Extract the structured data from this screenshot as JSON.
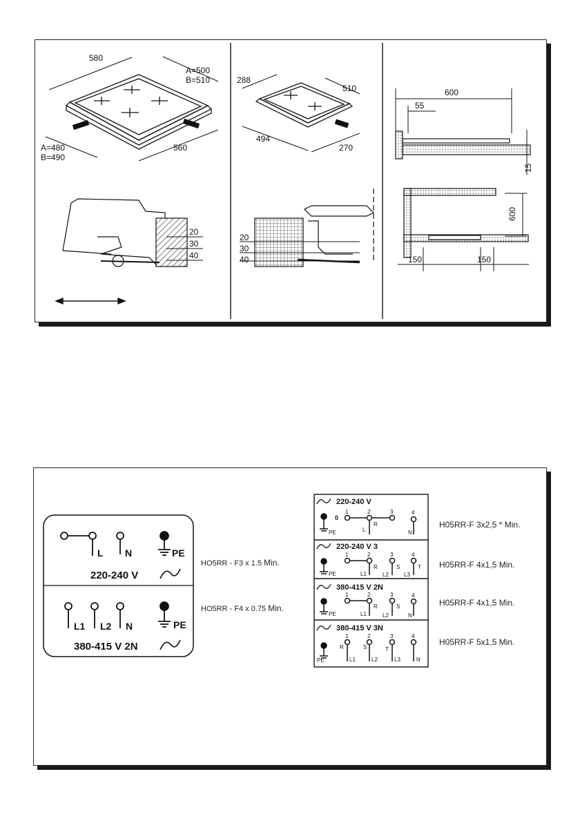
{
  "top_panel": {
    "hob_large": {
      "width": "580",
      "depth_a": "A=500",
      "depth_b": "B=510",
      "cut_a": "A=480",
      "cut_b": "B=490",
      "cut_width": "560"
    },
    "hob_small": {
      "width": "288",
      "depth": "510",
      "cut_width": "494",
      "cut_depth": "270"
    },
    "clearance": {
      "top_span": "600",
      "side_gap": "55",
      "thickness": "15",
      "height": "600",
      "left_margin": "150",
      "right_margin": "150"
    },
    "section_large_depths": [
      "20",
      "30",
      "40"
    ],
    "section_small_depths": [
      "20",
      "30",
      "40"
    ]
  },
  "bottom_panel": {
    "left_box": {
      "upper": {
        "terminals": [
          "L",
          "N",
          "PE"
        ],
        "voltage": "220-240 V"
      },
      "lower": {
        "terminals": [
          "L1",
          "L2",
          "N",
          "PE"
        ],
        "voltage": "380-415 V 2N"
      }
    },
    "left_cables": [
      {
        "spec": "HO5RR - F3 x 1.5",
        "suffix": "Min."
      },
      {
        "spec": "HO5RR - F4 x 0.75",
        "suffix": "Min."
      }
    ],
    "right_rows": [
      {
        "voltage": "220-240 V",
        "cable": "H05RR-F 3x2,5 * Min.",
        "nums": [
          "1",
          "2",
          "3",
          "4"
        ],
        "zero": "0",
        "labels": [
          "PE",
          "L",
          "R",
          "N"
        ]
      },
      {
        "voltage": "220-240 V 3",
        "cable": "H05RR-F 4x1,5 Min.",
        "nums": [
          "1",
          "2",
          "3",
          "4"
        ],
        "labels": [
          "PE",
          "L1",
          "R",
          "L2",
          "S",
          "L3",
          "T"
        ]
      },
      {
        "voltage": "380-415 V 2N",
        "cable": "H05RR-F 4x1,5 Min.",
        "nums": [
          "1",
          "2",
          "3",
          "4"
        ],
        "labels": [
          "PE",
          "L1",
          "R",
          "L2",
          "S",
          "N"
        ]
      },
      {
        "voltage": "380-415 V 3N",
        "cable": "H05RR-F 5x1,5 Min.",
        "nums": [
          "1",
          "2",
          "3",
          "4"
        ],
        "labels": [
          "PE",
          "R",
          "L1",
          "S",
          "L2",
          "T",
          "L3",
          "N"
        ]
      }
    ]
  }
}
